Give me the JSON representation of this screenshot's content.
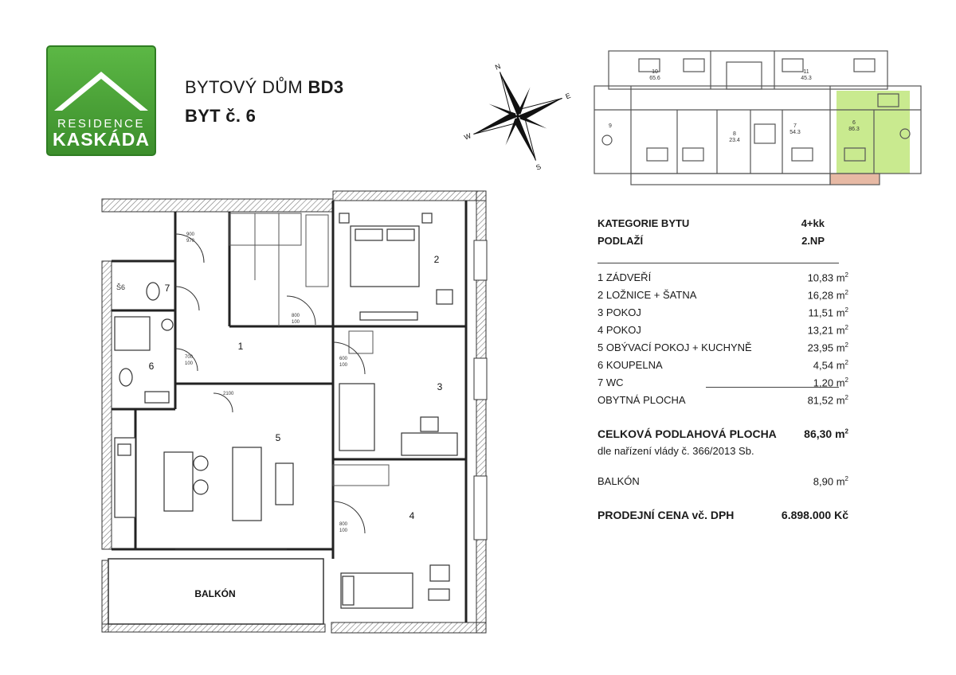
{
  "brand": {
    "line1": "RESIDENCE",
    "line2": "KASKÁDA",
    "colors": {
      "green": "#4ea53a",
      "dark_green": "#2f7d23"
    }
  },
  "title": {
    "building_prefix": "BYTOVÝ DŮM ",
    "building_code": "BD3",
    "apartment": "BYT č. 6"
  },
  "compass": {
    "n": "N",
    "s": "S",
    "e": "E",
    "w": "W"
  },
  "keyplan": {
    "unit_labels": [
      "10",
      "11",
      "9",
      "8",
      "7",
      "6"
    ],
    "unit_areas": [
      "65.6",
      "45.3",
      "23.4",
      "54.3",
      "86.3"
    ],
    "highlight_color": "#c9ea8f"
  },
  "summary": {
    "category_label": "KATEGORIE BYTU",
    "category_value": "4+kk",
    "floor_label": "PODLAŽÍ",
    "floor_value": "2.NP"
  },
  "rooms": [
    {
      "label": "1 ZÁDVEŘÍ",
      "value": "10,83 m",
      "unit_sup": "2"
    },
    {
      "label": "2 LOŽNICE + ŠATNA",
      "value": "16,28 m",
      "unit_sup": "2"
    },
    {
      "label": "3 POKOJ",
      "value": "11,51 m",
      "unit_sup": "2"
    },
    {
      "label": "4 POKOJ",
      "value": "13,21 m",
      "unit_sup": "2"
    },
    {
      "label": "5 OBÝVACÍ POKOJ + KUCHYNĚ",
      "value": "23,95 m",
      "unit_sup": "2"
    },
    {
      "label": "6 KOUPELNA",
      "value": "4,54 m",
      "unit_sup": "2"
    },
    {
      "label": "7 WC",
      "value": "1,20 m",
      "unit_sup": "2"
    }
  ],
  "living_area": {
    "label": "OBYTNÁ PLOCHA",
    "value": "81,52 m",
    "unit_sup": "2"
  },
  "total_area": {
    "label": "CELKOVÁ PODLAHOVÁ PLOCHA",
    "value": "86,30 m",
    "unit_sup": "2",
    "note": "dle nařízení vlády č. 366/2013 Sb."
  },
  "balcony": {
    "label": "BALKÓN",
    "value": "8,90 m",
    "unit_sup": "2"
  },
  "price": {
    "label": "PRODEJNÍ CENA vč. DPH",
    "value": "6.898.000 Kč"
  },
  "plan": {
    "room_numbers": [
      "1",
      "2",
      "3",
      "4",
      "5",
      "6",
      "7"
    ],
    "balcony_label": "BALKÓN",
    "door_tags": [
      "900",
      "970",
      "700",
      "100",
      "600",
      "100",
      "800",
      "100",
      "800",
      "100",
      "2100"
    ],
    "niche_label": "Š6"
  }
}
